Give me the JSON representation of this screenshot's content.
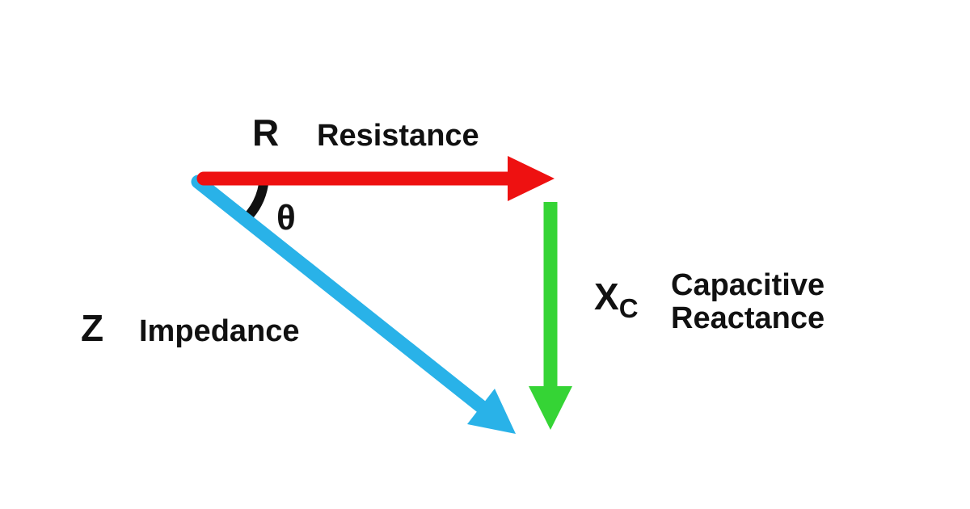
{
  "labels": {
    "resistance_symbol": "R",
    "resistance_name": "Resistance",
    "impedance_symbol": "Z",
    "impedance_name": "Impedance",
    "reactance_symbol_base": "X",
    "reactance_symbol_sub": "C",
    "reactance_name_line1": "Capacitive",
    "reactance_name_line2": "Reactance",
    "angle_symbol": "θ"
  },
  "colors": {
    "resistance": "#ee1111",
    "reactance": "#35d435",
    "impedance": "#29b2e8",
    "angle": "#111111",
    "text": "#111111",
    "background": "#ffffff"
  }
}
